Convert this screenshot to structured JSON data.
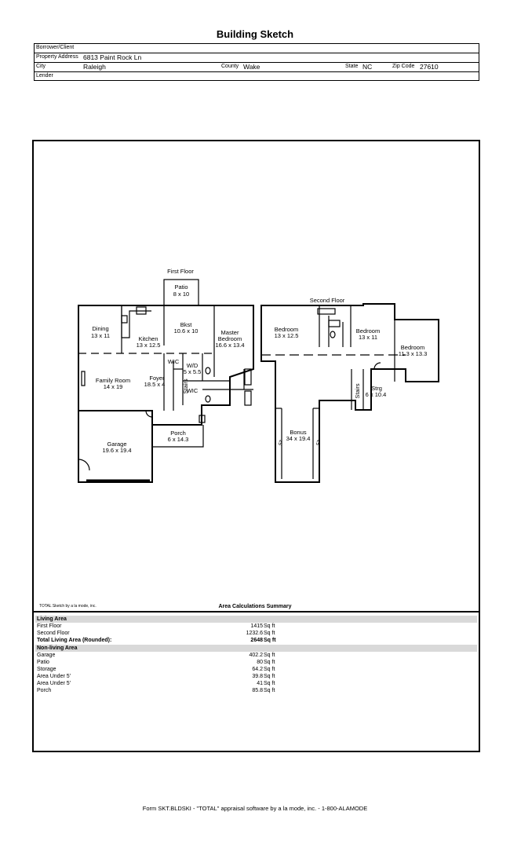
{
  "title": "Building Sketch",
  "header": {
    "borrower_label": "Borrower/Client",
    "address_label": "Property Address",
    "address": "6813 Paint Rock Ln",
    "city_label": "City",
    "city": "Raleigh",
    "county_label": "County",
    "county": "Wake",
    "state_label": "State",
    "state": "NC",
    "zip_label": "Zip Code",
    "zip": "27610",
    "lender_label": "Lender"
  },
  "sketch": {
    "first_floor": "First Floor",
    "second_floor": "Second Floor",
    "rooms": {
      "patio": "Patio",
      "patio_dim": "8 x 10",
      "bkst": "Bkst",
      "bkst_dim": "10.6 x 10",
      "dining": "Dining",
      "dining_dim": "13 x 11",
      "kitchen": "Kitchen",
      "kitchen_dim": "13 x 12.5",
      "master": "Master",
      "master2": "Bedroom",
      "master_dim": "16.6 x 13.4",
      "wic1": "WIC",
      "wd": "W/D",
      "wd_dim": "5 x 5.5",
      "family": "Family Room",
      "family_dim": "14 x 19",
      "foyer": "Foyer",
      "foyer_dim": "18.5 x 4",
      "stairs1": "Stairs",
      "wic2": "WIC",
      "porch": "Porch",
      "porch_dim": "6 x 14.3",
      "garage": "Garage",
      "garage_dim": "19.6 x 19.4",
      "bed1": "Bedroom",
      "bed1_dim": "13 x 12.5",
      "bed2": "Bedroom",
      "bed2_dim": "13 x 11",
      "bed3": "Bedroom",
      "bed3_dim": "11.3 x 13.3",
      "stairs2": "Stairs",
      "strg": "Strg",
      "strg_dim": "6 x 10.4",
      "bonus": "Bonus",
      "bonus_dim": "34 x 19.4",
      "under5a": "<5'",
      "under5b": "<5'"
    }
  },
  "summary": {
    "credit": "TOTAL Sketch by a la mode, inc.",
    "title": "Area Calculations Summary",
    "living_header": "Living Area",
    "living": [
      {
        "label": "First Floor",
        "value": "1415",
        "unit": "Sq ft"
      },
      {
        "label": "Second Floor",
        "value": "1232.6",
        "unit": "Sq ft"
      }
    ],
    "total": {
      "label": "Total Living Area (Rounded):",
      "value": "2648",
      "unit": "Sq ft"
    },
    "nonliving_header": "Non-living Area",
    "nonliving": [
      {
        "label": "Garage",
        "value": "402.2",
        "unit": "Sq ft"
      },
      {
        "label": "Patio",
        "value": "80",
        "unit": "Sq ft"
      },
      {
        "label": "Storage",
        "value": "64.2",
        "unit": "Sq ft"
      },
      {
        "label": "Area Under 5'",
        "value": "39.8",
        "unit": "Sq ft"
      },
      {
        "label": "Area Under 5'",
        "value": "41",
        "unit": "Sq ft"
      },
      {
        "label": "Porch",
        "value": "85.8",
        "unit": "Sq ft"
      }
    ]
  },
  "footer": "Form SKT.BLDSKI - \"TOTAL\" appraisal software by a la mode, inc. - 1-800-ALAMODE"
}
